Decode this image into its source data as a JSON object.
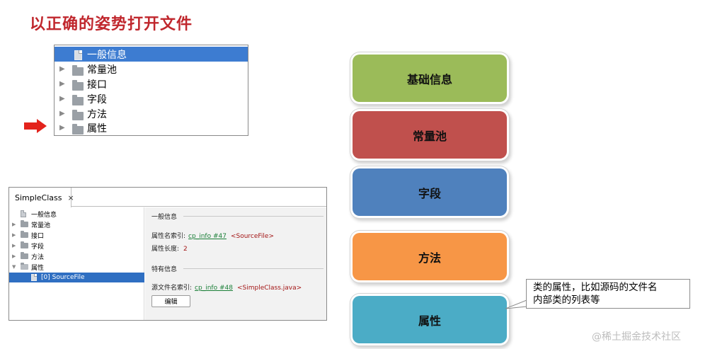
{
  "slide": {
    "title": "以正确的姿势打开文件"
  },
  "tree_top": {
    "items": [
      {
        "label": "一般信息",
        "icon": "doc",
        "selected": true,
        "expandable": false
      },
      {
        "label": "常量池",
        "icon": "folder",
        "selected": false,
        "expandable": true
      },
      {
        "label": "接口",
        "icon": "folder",
        "selected": false,
        "expandable": true
      },
      {
        "label": "字段",
        "icon": "folder",
        "selected": false,
        "expandable": true
      },
      {
        "label": "方法",
        "icon": "folder",
        "selected": false,
        "expandable": true
      },
      {
        "label": "属性",
        "icon": "folder",
        "selected": false,
        "expandable": true
      }
    ]
  },
  "window": {
    "tab": {
      "label": "SimpleClass",
      "close": "×"
    },
    "tree": [
      {
        "label": "一般信息",
        "icon": "doc"
      },
      {
        "label": "常量池",
        "icon": "folder"
      },
      {
        "label": "接口",
        "icon": "folder"
      },
      {
        "label": "字段",
        "icon": "folder"
      },
      {
        "label": "方法",
        "icon": "folder"
      },
      {
        "label": "属性",
        "icon": "folder-open"
      },
      {
        "label": "[0] SourceFile",
        "icon": "doc",
        "selected": true
      }
    ],
    "general": {
      "section_title": "一般信息",
      "attr_index_label": "属性名索引:",
      "attr_index_link": "cp_info #47",
      "attr_index_value": "<SourceFile>",
      "attr_length_label": "属性长度:",
      "attr_length_value": "2"
    },
    "specific": {
      "section_title": "特有信息",
      "source_index_label": "源文件名索引:",
      "source_index_link": "cp_info #48",
      "source_index_value": "<SimpleClass.java>",
      "edit_button": "编辑"
    }
  },
  "boxes": [
    {
      "label": "基础信息",
      "color": "#9bbb59"
    },
    {
      "label": "常量池",
      "color": "#c0504d"
    },
    {
      "label": "字段",
      "color": "#4f81bd"
    },
    {
      "label": "方法",
      "color": "#f79646"
    },
    {
      "label": "属性",
      "color": "#4bacc6"
    }
  ],
  "callout": {
    "line1": "类的属性，比如源码的文件名",
    "line2": "内部类的列表等"
  },
  "watermark": "@稀土掘金技术社区"
}
